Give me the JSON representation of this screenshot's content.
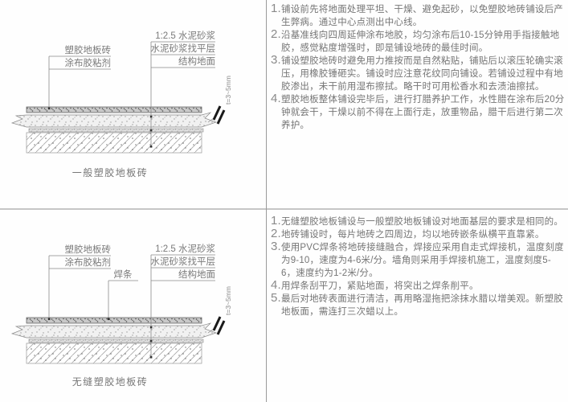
{
  "doc": {
    "type": "floor-construction-detail-sheet",
    "accent_colors": {
      "line": "#888888",
      "text": "#757575",
      "break_mark": "#1a1a1a"
    }
  },
  "general": {
    "caption": "一般塑胶地板砖",
    "labels": {
      "tile": "塑胶地板砖",
      "adhesive": "涂布胶粘剂",
      "mortar_ratio": "1:2.5 水泥砂浆",
      "leveling": "水泥砂浆找平层",
      "structure": "结构地面",
      "thickness": "t=3~5mm"
    },
    "notes": [
      {
        "num": "1.",
        "text": "铺设前先将地面处理平坦、干燥、避免起砂，以免塑胶地砖铺设后产生弊病。通过中心点测出中心线。"
      },
      {
        "num": "2.",
        "text": "沿基准线向四周延伸涂布地胶，均匀涂布后10-15分钟用手指接触地胶，感觉粘度增强时，即是铺设地砖的最佳时间。"
      },
      {
        "num": "3.",
        "text": "铺设塑胶地砖时避免用力推按而是自然粘贴，铺贴后以滚压轮确实滚压，用橡胶锤砸实。铺设时应注意花纹同向铺设。若铺设过程中有地胶渗出，未干前用湿布擦拭。略干时可用松香水和去渍油擦拭。"
      },
      {
        "num": "4.",
        "text": "塑胶地板整体铺设完毕后，进行打腊养护工作，水性腊在涂布后20分钟就会干，干燥以前不得在上面行走，放重物品，腊干后进行第二次养护。"
      }
    ]
  },
  "seamless": {
    "caption": "无缝塑胶地板砖",
    "labels": {
      "tile": "塑胶地板砖",
      "adhesive": "涂布胶粘剂",
      "weld_rod": "焊条",
      "mortar_ratio": "1:2.5 水泥砂浆",
      "leveling": "水泥砂浆找平层",
      "structure": "结构地面",
      "thickness": "t=3~5mm"
    },
    "notes": [
      {
        "num": "1.",
        "text": "无缝塑胶地板铺设与一般塑胶地板铺设对地面基层的要求是相同的。"
      },
      {
        "num": "2.",
        "text": "地砖铺设时，每片地砖之四周边，均以地砖嵌条纵横平直靠紧。"
      },
      {
        "num": "3.",
        "text": "使用PVC焊条将地砖接缝融合，焊接应采用自走式焊接机，温度刻度为9-10，速度为4-6米/分。墙角则采用手焊接机施工，温度刻度5-6，速度约为1-2米/分。"
      },
      {
        "num": "4.",
        "text": "用焊条刮平刀，紧贴地面，将突出之焊条削平。"
      },
      {
        "num": "5.",
        "text": "最后对地砖表面进行清洁，再用略湿拖把涂抹水腊以增美观。新塑胶地板面，需连打三次蜡以上。"
      }
    ]
  }
}
